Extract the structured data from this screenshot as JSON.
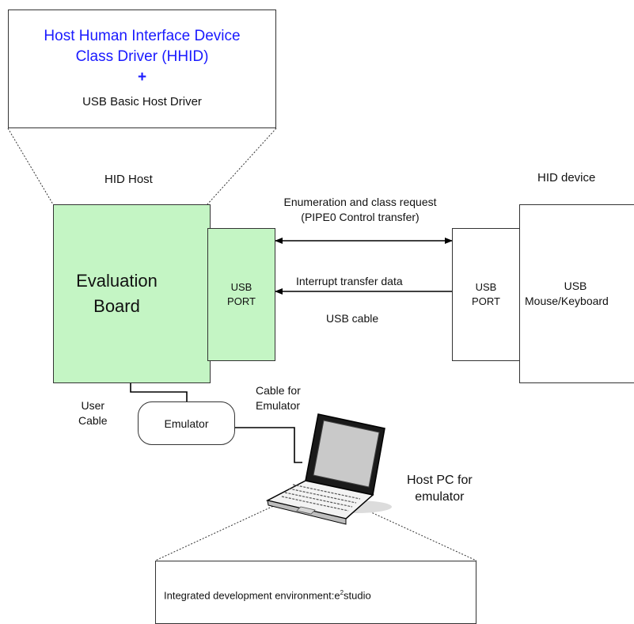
{
  "host_driver_box": {
    "line1": "Host Human Interface Device",
    "line2": "Class Driver (HHID)",
    "plus": "+",
    "line3": "USB Basic Host Driver"
  },
  "hid_host_label": "HID Host",
  "hid_device_label": "HID device",
  "evaluation_board": {
    "line1": "Evaluation",
    "line2": "Board"
  },
  "host_usb_port": {
    "line1": "USB",
    "line2": "PORT"
  },
  "device_usb_port": {
    "line1": "USB",
    "line2": "PORT"
  },
  "device": {
    "line1": "USB",
    "line2": "Mouse/Keyboard"
  },
  "enumeration_label": {
    "line1": "Enumeration and class request",
    "line2": "(PIPE0 Control transfer)"
  },
  "interrupt_label": "Interrupt transfer data",
  "usb_cable_label": "USB cable",
  "user_cable_label": {
    "line1": "User",
    "line2": "Cable"
  },
  "emulator_label": "Emulator",
  "cable_emulator_label": {
    "line1": "Cable for",
    "line2": "Emulator"
  },
  "host_pc_label": {
    "line1": "Host PC for",
    "line2": "emulator"
  },
  "ide_box": {
    "prefix": "Integrated development environment:e",
    "superscript": "2",
    "suffix": "studio"
  },
  "colors": {
    "board_fill": "#c4f5c4",
    "title_blue": "#1a1aff"
  }
}
